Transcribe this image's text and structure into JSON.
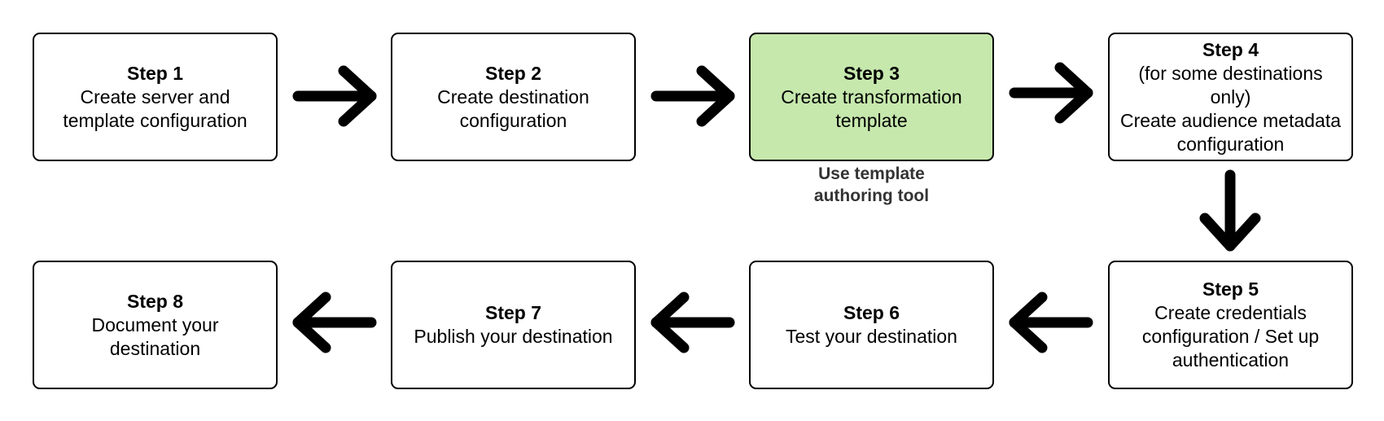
{
  "steps": [
    {
      "title": "Step 1",
      "desc": [
        "Create server and",
        "template configuration"
      ]
    },
    {
      "title": "Step 2",
      "desc": [
        "Create destination",
        "configuration"
      ]
    },
    {
      "title": "Step 3",
      "desc": [
        "Create transformation",
        "template"
      ]
    },
    {
      "title": "Step 4",
      "desc": [
        "(for some destinations",
        "only)",
        "Create audience metadata",
        "configuration"
      ]
    },
    {
      "title": "Step 5",
      "desc": [
        "Create credentials",
        "configuration / Set up",
        "authentication"
      ]
    },
    {
      "title": "Step 6",
      "desc": [
        "Test your destination"
      ]
    },
    {
      "title": "Step 7",
      "desc": [
        "Publish your destination"
      ]
    },
    {
      "title": "Step 8",
      "desc": [
        "Document your",
        "destination"
      ]
    }
  ],
  "note": {
    "line1": "Use template",
    "line2": "authoring tool"
  },
  "colors": {
    "highlight": "#c6e8ad",
    "border": "#000000",
    "note_text": "#333333"
  }
}
